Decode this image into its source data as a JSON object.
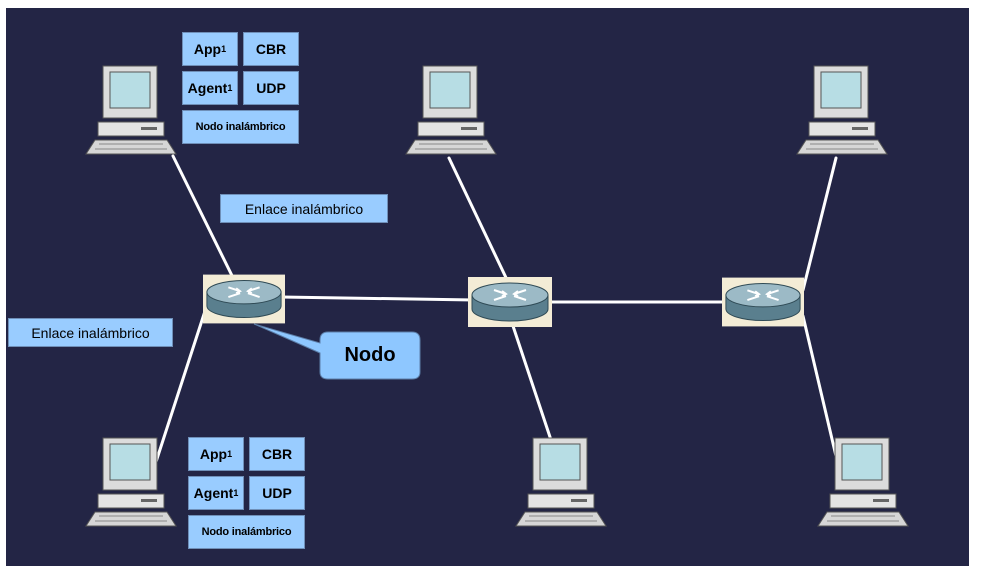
{
  "colors": {
    "background": "#232545",
    "label_fill": "#99ccff",
    "link": "#ffffff",
    "callout_fill": "#8ec7ff"
  },
  "stacks": {
    "top": {
      "app_base": "App",
      "app_sub": "1",
      "cbr": "CBR",
      "agent_base": "Agent",
      "agent_sub": "1",
      "udp": "UDP",
      "node": "Nodo inalámbrico"
    },
    "bottom": {
      "app_base": "App",
      "app_sub": "1",
      "cbr": "CBR",
      "agent_base": "Agent",
      "agent_sub": "1",
      "udp": "UDP",
      "node": "Nodo inalámbrico"
    }
  },
  "labels": {
    "wireless_link_upper": "Enlace inalámbrico",
    "wireless_link_left": "Enlace inalámbrico",
    "callout": "Nodo"
  },
  "icons": {
    "computer": "desktop-computer-icon",
    "router": "router-icon"
  }
}
